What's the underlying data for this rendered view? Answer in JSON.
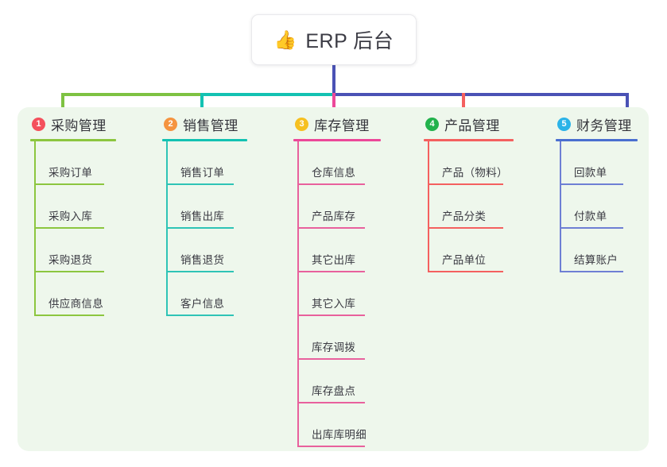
{
  "root": {
    "icon": "thumbs-up-icon",
    "icon_glyph": "👍",
    "title": "ERP 后台"
  },
  "colors": {
    "panel_background": "#eef7ec",
    "page_background": "#ffffff",
    "root_border": "#e9e9ec",
    "title_text": "#33333a",
    "item_text": "#3a3a42",
    "trunk": "#4a52b5",
    "connector_green": "#7ec242",
    "connector_teal": "#13c2b2",
    "connector_blue": "#4a52b5",
    "stub_pink": "#ec4899",
    "stub_red": "#f4605f"
  },
  "columns": [
    {
      "number": "1",
      "title": "采购管理",
      "badge_color": "#f4505c",
      "line_color": "#8cc63f",
      "header_rule_color": "#8cc63f",
      "stub_color": "#7ec242",
      "items": [
        "采购订单",
        "采购入库",
        "采购退货",
        "供应商信息"
      ]
    },
    {
      "number": "2",
      "title": "销售管理",
      "badge_color": "#f59440",
      "line_color": "#2ec4b6",
      "header_rule_color": "#13c2b2",
      "stub_color": "#13c2b2",
      "items": [
        "销售订单",
        "销售出库",
        "销售退货",
        "客户信息"
      ]
    },
    {
      "number": "3",
      "title": "库存管理",
      "badge_color": "#f6c020",
      "line_color": "#e8619d",
      "header_rule_color": "#ec4899",
      "stub_color": "#ec4899",
      "items": [
        "仓库信息",
        "产品库存",
        "其它出库",
        "其它入库",
        "库存调拨",
        "库存盘点",
        "出库库明细"
      ]
    },
    {
      "number": "4",
      "title": "产品管理",
      "badge_color": "#22b24c",
      "line_color": "#f4605f",
      "header_rule_color": "#f4605f",
      "stub_color": "#f4605f",
      "items": [
        "产品（物料）",
        "产品分类",
        "产品单位"
      ]
    },
    {
      "number": "5",
      "title": "财务管理",
      "badge_color": "#2bb3e8",
      "line_color": "#6e7fd4",
      "header_rule_color": "#4a6fd0",
      "stub_color": "#4a52b5",
      "items": [
        "回款单",
        "付款单",
        "结算账户"
      ]
    }
  ]
}
